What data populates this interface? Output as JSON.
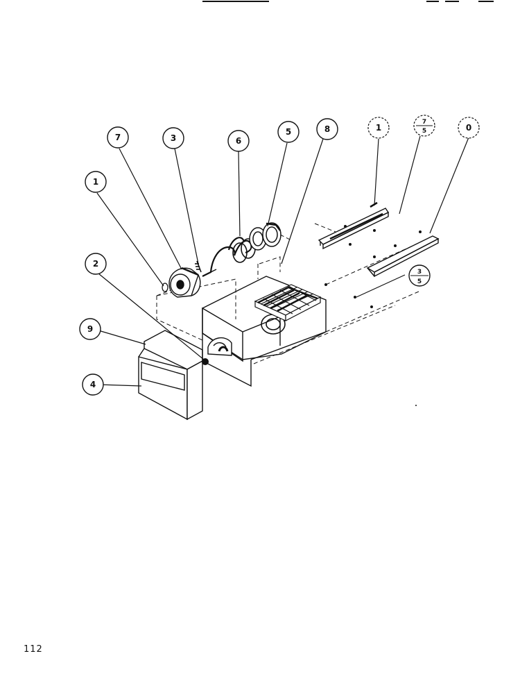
{
  "page": {
    "page_number": "112"
  },
  "colors": {
    "ink": "#111111",
    "paper": "#ffffff"
  },
  "callouts": {
    "c7": "7",
    "c3a": "3",
    "c6": "6",
    "c5": "5",
    "c8": "8",
    "c1a": "1",
    "c7b_top": "7",
    "c7b_bottom": "5",
    "c10": "0",
    "c1": "1",
    "c2": "2",
    "c9": "9",
    "c4": "4",
    "c3b_top": "3",
    "c3b_bottom": "5"
  }
}
